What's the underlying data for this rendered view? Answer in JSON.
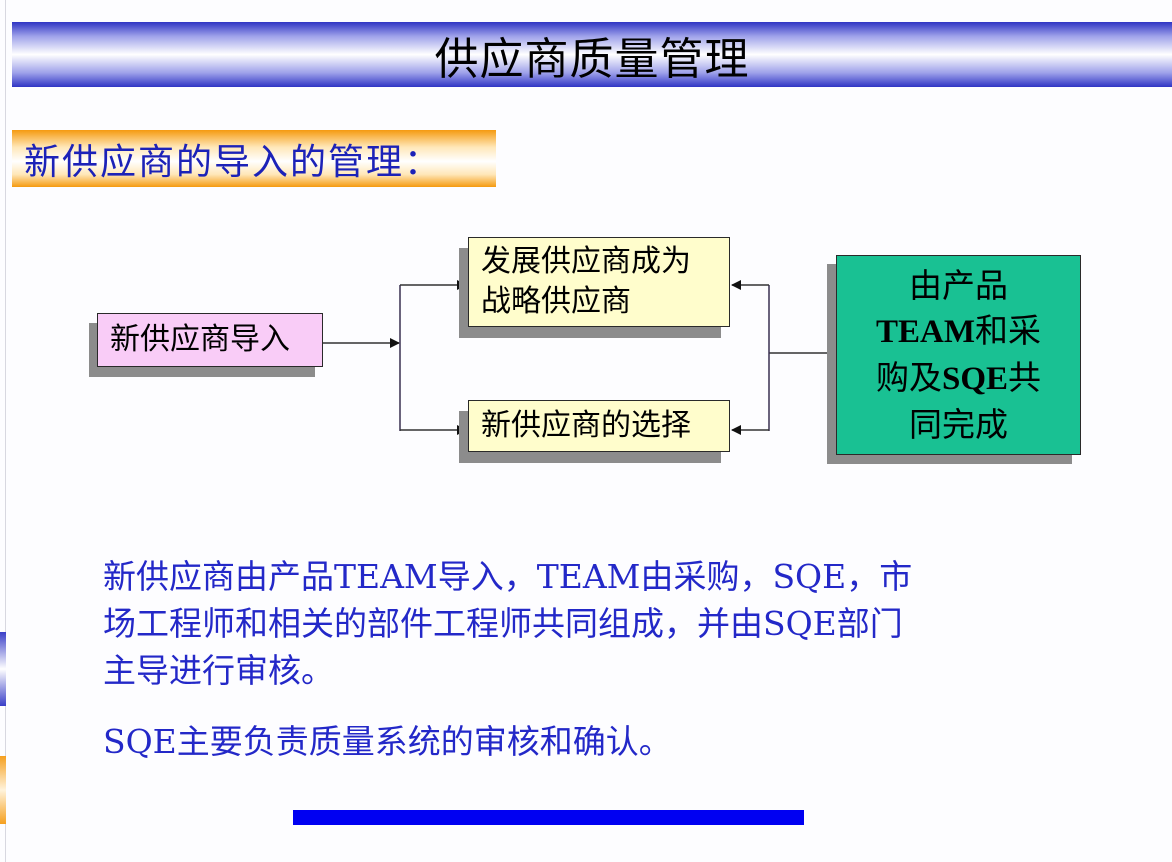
{
  "slide": {
    "title": "供应商质量管理",
    "subtitle": "新供应商的导入的管理：",
    "colors": {
      "title_bar_edge": "#2f34c4",
      "subtitle_bar_edge": "#f59a10",
      "subtitle_text": "#1c22b8",
      "body_text": "#2328c8",
      "pink_box": "#f9ccf7",
      "yellow_box": "#fffdcc",
      "green_box": "#19c193",
      "bottom_bar": "#0000f2"
    }
  },
  "diagram": {
    "nodes": [
      {
        "id": "import",
        "label": "新供应商导入"
      },
      {
        "id": "strategic",
        "lines": [
          "发展供应商成为",
          "战略供应商"
        ]
      },
      {
        "id": "selection",
        "label": "新供应商的选择"
      },
      {
        "id": "team",
        "lines": [
          {
            "parts": [
              {
                "t": "由产品",
                "latin": false
              }
            ]
          },
          {
            "parts": [
              {
                "t": "TEAM",
                "latin": true
              },
              {
                "t": "和采",
                "latin": false
              }
            ]
          },
          {
            "parts": [
              {
                "t": "购及",
                "latin": false
              },
              {
                "t": "SQE",
                "latin": true
              },
              {
                "t": "共",
                "latin": false
              }
            ]
          },
          {
            "parts": [
              {
                "t": "同完成",
                "latin": false
              }
            ]
          }
        ]
      }
    ],
    "edges": [
      {
        "from": "import",
        "to": "strategic"
      },
      {
        "from": "import",
        "to": "selection"
      },
      {
        "from": "team",
        "to": "strategic"
      },
      {
        "from": "team",
        "to": "selection"
      }
    ]
  },
  "body": {
    "paragraph1": {
      "lines": [
        "新供应商由产品TEAM导入，TEAM由采购，SQE，市",
        "场工程师和相关的部件工程师共同组成，并由SQE部门",
        "主导进行审核。"
      ]
    },
    "paragraph2": {
      "lines": [
        "SQE主要负责质量系统的审核和确认。"
      ]
    }
  }
}
